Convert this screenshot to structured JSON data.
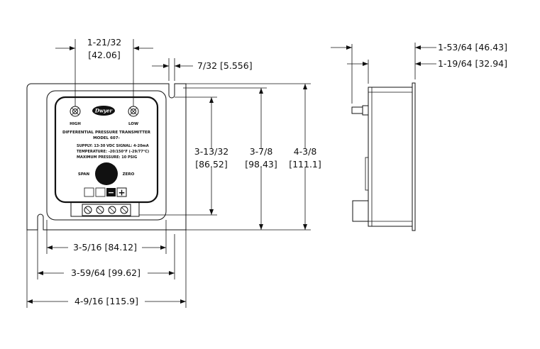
{
  "brand_logo": "Dwyer",
  "faceplate": {
    "high_label": "HIGH",
    "low_label": "LOW",
    "title": "DIFFERENTIAL PRESSURE TRANSMITTER",
    "model": "MODEL 607-",
    "line_supply": "SUPPLY: 13-30 VDC   SIGNAL: 4-20mA",
    "line_temp": "TEMPERATURE: -20/150°F (-29/77°C)",
    "line_pressure": "MAXIMUM   PRESSURE: 10 PSIG",
    "span_label": "SPAN",
    "zero_label": "ZERO",
    "minus_label": "−",
    "plus_label": "+"
  },
  "dimensions": {
    "port_spacing": {
      "frac": "1-21/32",
      "mm": "[42.06]"
    },
    "slot_width": "7/32 [5.556]",
    "plate_height": {
      "frac": "3-13/32",
      "mm": "[86.52]"
    },
    "mount_height": {
      "frac": "3-7/8",
      "mm": "[98.43]"
    },
    "overall_height": {
      "frac": "4-3/8",
      "mm": "[111.1]"
    },
    "plate_width": "3-5/16 [84.12]",
    "mount_width": "3-59/64 [99.62]",
    "overall_width": "4-9/16 [115.9]",
    "side_depth_total": "1-53/64 [46.43]",
    "side_depth_body": "1-19/64 [32.94]"
  }
}
